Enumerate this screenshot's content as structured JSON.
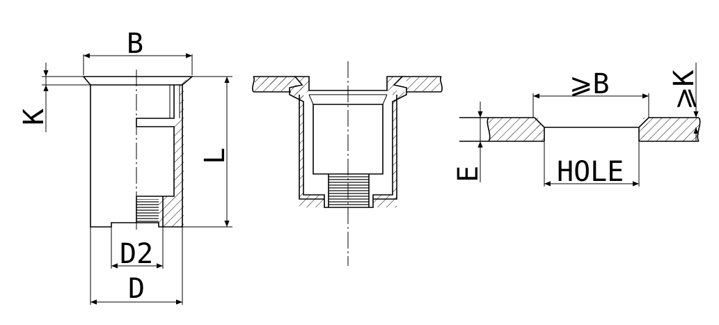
{
  "drawing": {
    "labels": {
      "B": "B",
      "K": "K",
      "L": "L",
      "D2": "D2",
      "D": "D",
      "ge_B": "⩾B",
      "ge_K": "⩾K",
      "E": "E",
      "HOLE": "HOLE"
    }
  }
}
